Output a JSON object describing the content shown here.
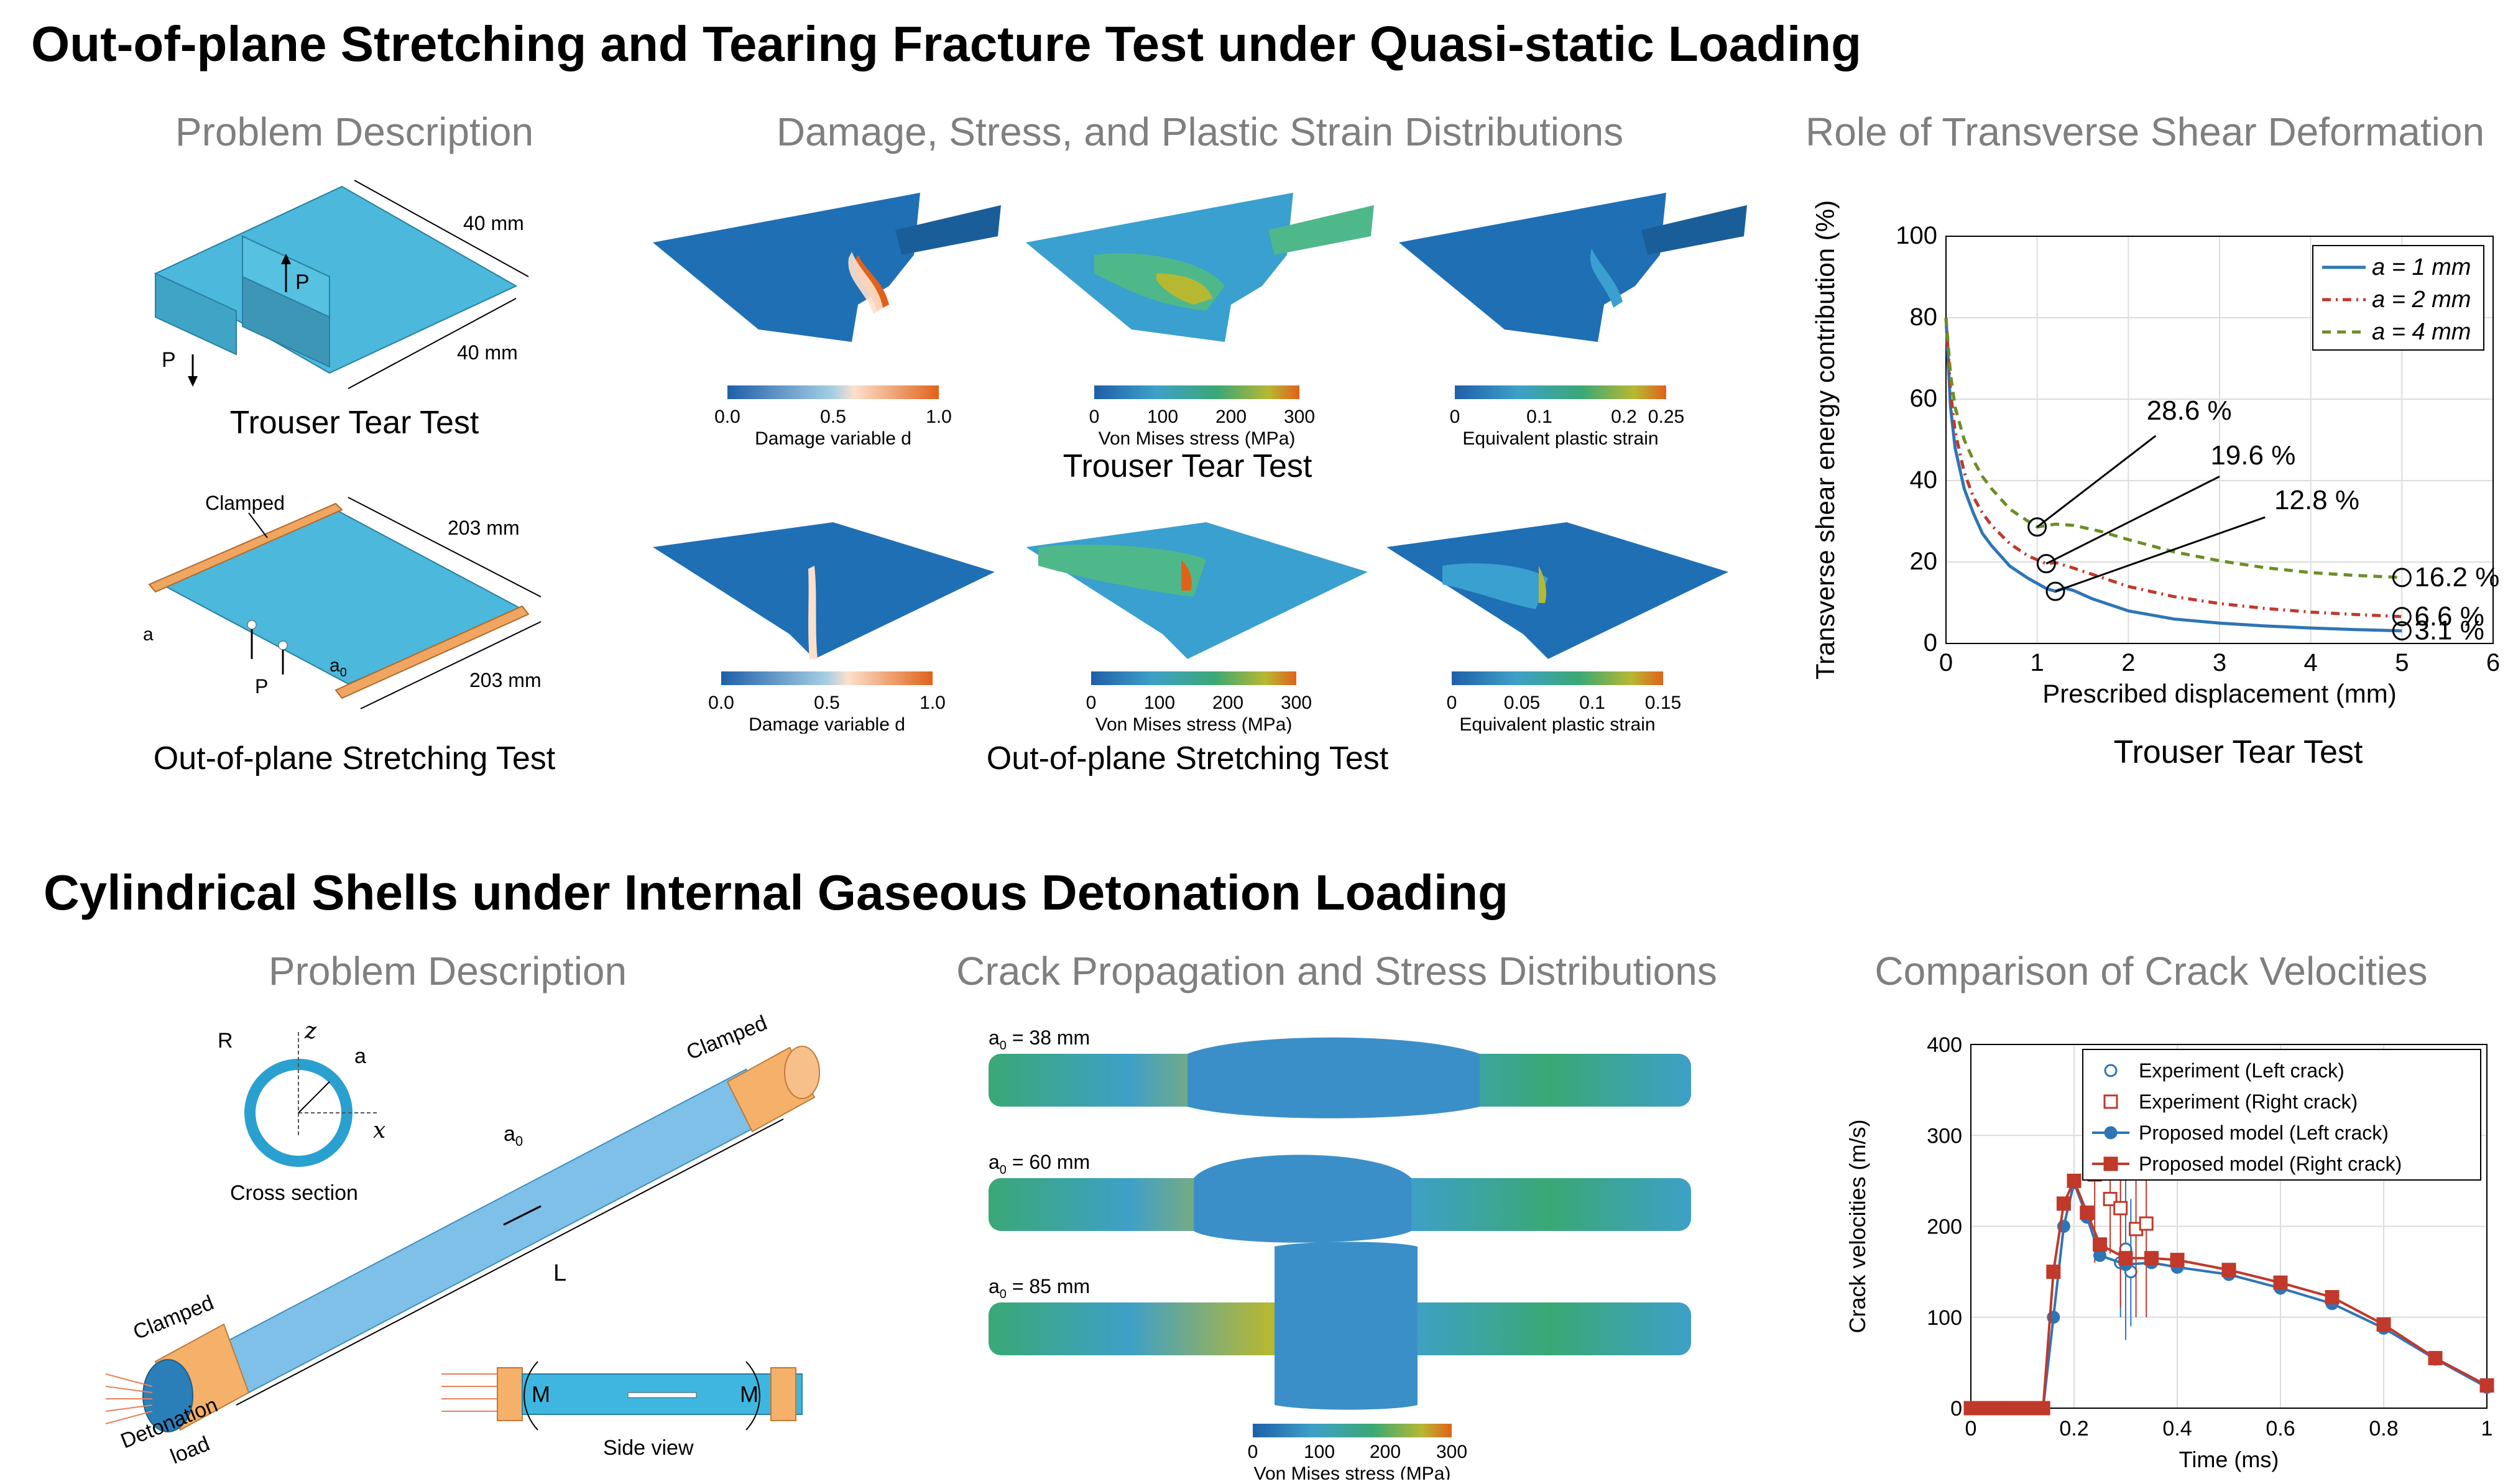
{
  "titles": {
    "top": "Out-of-plane Stretching and Tearing Fracture Test under Quasi-static Loading",
    "bottom": "Cylindrical Shells under Internal Gaseous Detonation Loading"
  },
  "top_row": {
    "problem_title": "Problem Description",
    "dist_title": "Damage, Stress, and Plastic Strain Distributions",
    "role_title": "Role of Transverse Shear Deformation",
    "trouser": {
      "caption": "Trouser Tear Test",
      "dim1": "40 mm",
      "dim2": "40 mm",
      "load_top": "P",
      "load_bottom": "P"
    },
    "stretch": {
      "caption": "Out-of-plane Stretching Test",
      "clamped": "Clamped",
      "dim1": "203 mm",
      "dim2": "203 mm",
      "a": "a",
      "a0": "a",
      "a0_sub": "0",
      "load": "P"
    },
    "trouser_row_caption": "Trouser Tear Test",
    "stretch_row_caption": "Out-of-plane Stretching Test",
    "colorbars_trouser": [
      {
        "label": "Damage variable d",
        "ticks": [
          "0.0",
          "0.5",
          "1.0"
        ]
      },
      {
        "label": "Von Mises stress (MPa)",
        "ticks": [
          "0",
          "100",
          "200",
          "300"
        ]
      },
      {
        "label": "Equivalent plastic strain",
        "ticks": [
          "0",
          "0.1",
          "0.2",
          "0.25"
        ]
      }
    ],
    "colorbars_stretch": [
      {
        "label": "Damage variable d",
        "ticks": [
          "0.0",
          "0.5",
          "1.0"
        ]
      },
      {
        "label": "Von Mises stress (MPa)",
        "ticks": [
          "0",
          "100",
          "200",
          "300"
        ]
      },
      {
        "label": "Equivalent plastic strain",
        "ticks": [
          "0",
          "0.05",
          "0.1",
          "0.15"
        ]
      }
    ],
    "role_caption": "Trouser Tear Test"
  },
  "bottom_row": {
    "problem_title": "Problem Description",
    "crack_title": "Crack Propagation and Stress Distributions",
    "velocity_title": "Comparison of Crack Velocities",
    "cylinder": {
      "R": "R",
      "z": "z",
      "x": "x",
      "a": "a",
      "cross_section": "Cross section",
      "clamped_top": "Clamped",
      "clamped_left": "Clamped",
      "a0": "a",
      "a0_sub": "0",
      "L": "L",
      "detonation1": "Detonation",
      "detonation2": "load",
      "M1": "M",
      "M2": "M",
      "side_view": "Side view"
    },
    "crack_labels": [
      {
        "a": "a",
        "sub": "0",
        "val": " = 38 mm"
      },
      {
        "a": "a",
        "sub": "0",
        "val": " = 60 mm"
      },
      {
        "a": "a",
        "sub": "0",
        "val": " = 85 mm"
      }
    ],
    "crack_colorbar": {
      "label": "Von Mises stress (MPa)",
      "ticks": [
        "0",
        "100",
        "200",
        "300"
      ]
    }
  },
  "chart_data": [
    {
      "type": "line",
      "ylabel": "Transverse shear energy contribution (%)",
      "xlabel": "Prescribed displacement (mm)",
      "xlim": [
        0,
        6
      ],
      "ylim": [
        0,
        100
      ],
      "xticks": [
        "0",
        "1",
        "2",
        "3",
        "4",
        "5",
        "6"
      ],
      "yticks": [
        "0",
        "20",
        "40",
        "60",
        "80",
        "100"
      ],
      "grid": true,
      "legend": "top-right",
      "series": [
        {
          "name": "a = 1 mm",
          "color": "#2e75b6",
          "style": "solid",
          "x": [
            0,
            0.05,
            0.1,
            0.2,
            0.3,
            0.4,
            0.5,
            0.7,
            0.9,
            1.1,
            1.2,
            1.3,
            1.4,
            1.6,
            2,
            2.5,
            3,
            3.5,
            4,
            4.5,
            5
          ],
          "y": [
            80,
            58,
            48,
            38,
            32,
            27,
            24,
            19,
            16,
            13.5,
            12.8,
            13.6,
            13,
            11,
            8,
            6,
            5,
            4.3,
            3.8,
            3.4,
            3.1
          ]
        },
        {
          "name": "a = 2 mm",
          "color": "#c0392b",
          "style": "dashdot",
          "x": [
            0,
            0.05,
            0.1,
            0.2,
            0.3,
            0.4,
            0.5,
            0.7,
            0.9,
            1.1,
            1.2,
            1.4,
            1.6,
            2,
            2.5,
            3,
            3.5,
            4,
            4.5,
            5
          ],
          "y": [
            80,
            62,
            52,
            42,
            36,
            32,
            29,
            24.5,
            21.5,
            19.6,
            19.9,
            18.5,
            17,
            14,
            11.5,
            9.8,
            8.6,
            7.7,
            7.1,
            6.6
          ]
        },
        {
          "name": "a = 4 mm",
          "color": "#6b8e23",
          "style": "dashed",
          "x": [
            0,
            0.05,
            0.1,
            0.2,
            0.3,
            0.4,
            0.5,
            0.7,
            0.9,
            1,
            1.2,
            1.4,
            1.7,
            2,
            2.5,
            3,
            3.5,
            4,
            4.5,
            5
          ],
          "y": [
            80,
            66,
            58,
            50,
            45,
            41,
            38,
            33,
            30,
            28.6,
            29.3,
            29,
            27.5,
            25.5,
            22.5,
            20.3,
            18.6,
            17.4,
            16.7,
            16.2
          ]
        }
      ],
      "annotations": [
        {
          "text": "28.6 %",
          "x": 1.0,
          "y": 28.6
        },
        {
          "text": "19.6 %",
          "x": 1.1,
          "y": 19.6
        },
        {
          "text": "12.8 %",
          "x": 1.2,
          "y": 12.8
        },
        {
          "text": "16.2 %",
          "x": 5,
          "y": 16.2
        },
        {
          "text": "6.6 %",
          "x": 5,
          "y": 6.6
        },
        {
          "text": "3.1 %",
          "x": 5,
          "y": 3.1
        }
      ]
    },
    {
      "type": "line",
      "ylabel": "Crack velocities (m/s)",
      "xlabel": "Time (ms)",
      "xlim": [
        0,
        1
      ],
      "ylim": [
        0,
        400
      ],
      "xticks": [
        "0",
        "0.2",
        "0.4",
        "0.6",
        "0.8",
        "1"
      ],
      "yticks": [
        "0",
        "100",
        "200",
        "300",
        "400"
      ],
      "grid": true,
      "legend": "top-right",
      "series": [
        {
          "name": "Experiment (Left crack)",
          "color": "#2e75b6",
          "marker": "circle-open",
          "x": [
            0.29,
            0.3,
            0.31
          ],
          "y": [
            160,
            175,
            150
          ],
          "err": [
            [
              100,
              260
            ],
            [
              75,
              270
            ],
            [
              90,
              230
            ]
          ]
        },
        {
          "name": "Experiment (Right crack)",
          "color": "#c0392b",
          "marker": "square-open",
          "x": [
            0.24,
            0.27,
            0.29,
            0.32,
            0.34
          ],
          "y": [
            257,
            230,
            220,
            197,
            203
          ],
          "err": [
            [
              160,
              355
            ],
            [
              170,
              320
            ],
            [
              110,
              300
            ],
            [
              100,
              260
            ],
            [
              100,
              300
            ]
          ]
        },
        {
          "name": "Proposed model (Left crack)",
          "color": "#2e75b6",
          "marker": "circle",
          "x": [
            0,
            0.02,
            0.04,
            0.06,
            0.08,
            0.1,
            0.12,
            0.14,
            0.16,
            0.18,
            0.2,
            0.225,
            0.25,
            0.3,
            0.35,
            0.4,
            0.5,
            0.6,
            0.7,
            0.8,
            0.9,
            1.0
          ],
          "y": [
            0,
            0,
            0,
            0,
            0,
            0,
            0,
            0,
            100,
            200,
            248,
            210,
            168,
            158,
            160,
            155,
            147,
            132,
            115,
            88,
            54,
            23
          ]
        },
        {
          "name": "Proposed model (Right crack)",
          "color": "#c0392b",
          "marker": "square",
          "x": [
            0,
            0.02,
            0.04,
            0.06,
            0.08,
            0.1,
            0.12,
            0.14,
            0.16,
            0.18,
            0.2,
            0.225,
            0.25,
            0.3,
            0.35,
            0.4,
            0.5,
            0.6,
            0.7,
            0.8,
            0.9,
            1.0
          ],
          "y": [
            0,
            0,
            0,
            0,
            0,
            0,
            0,
            0,
            150,
            225,
            250,
            215,
            180,
            165,
            165,
            163,
            152,
            138,
            122,
            92,
            55,
            25
          ]
        }
      ]
    }
  ]
}
